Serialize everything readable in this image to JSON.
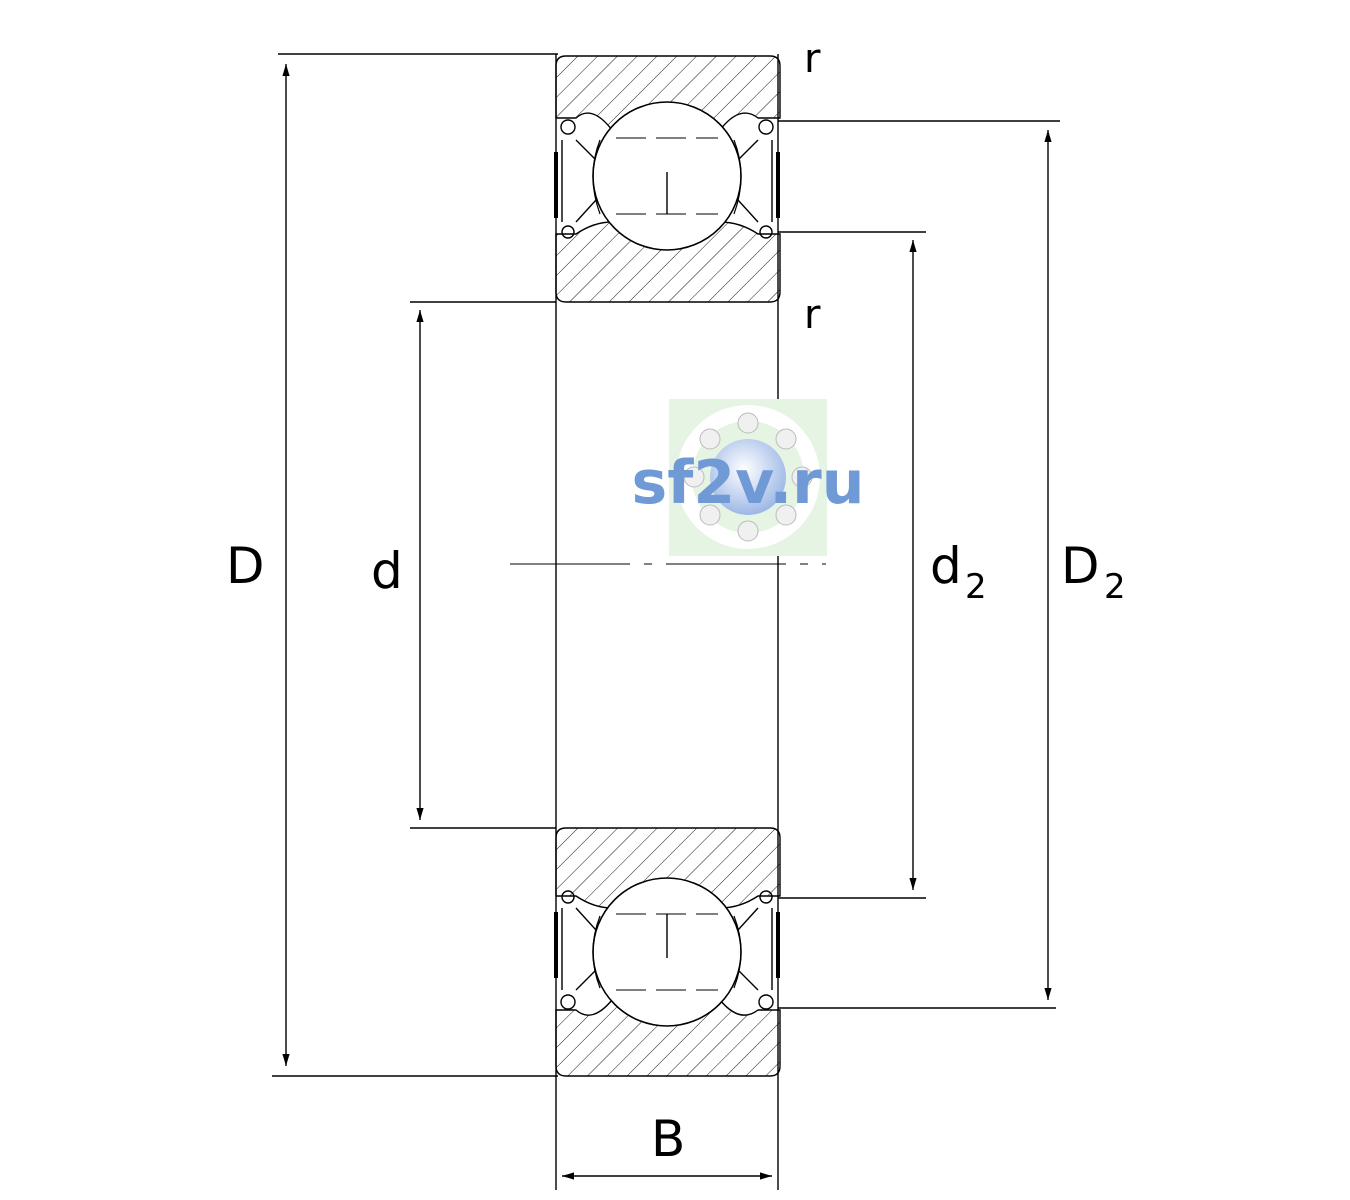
{
  "labels": {
    "outer_diameter": "D",
    "bore_diameter": "d",
    "inner_shoulder_diameter": "d",
    "inner_shoulder_sub": "2",
    "outer_shoulder_diameter": "D",
    "outer_shoulder_sub": "2",
    "width": "B",
    "radius_top": "r",
    "radius_bottom": "r"
  },
  "watermark": {
    "text": "sf2v.ru",
    "text_color": "#6f9ad6",
    "bg_color": "#e6f4e3"
  },
  "colors": {
    "line": "#000000",
    "background": "#ffffff"
  }
}
